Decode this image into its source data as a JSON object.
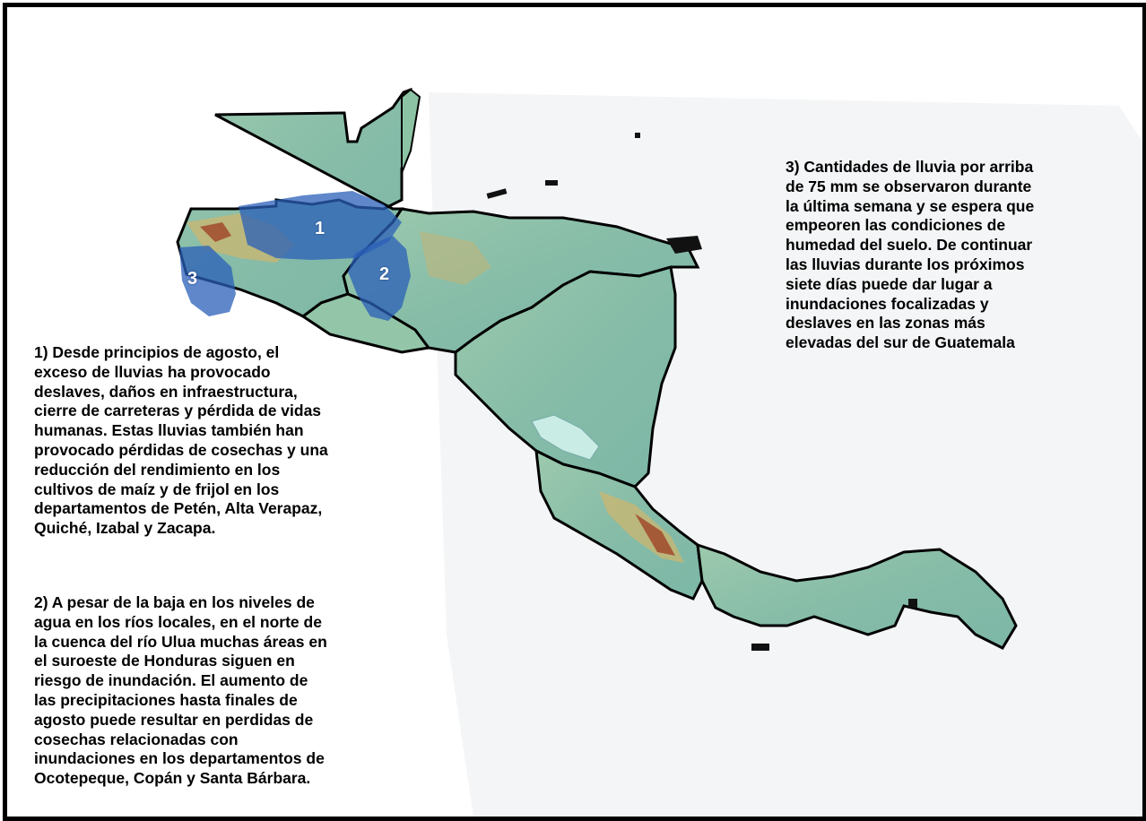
{
  "notes": {
    "note1": "1) Desde principios de agosto, el\nexceso de lluvias ha provocado\ndeslaves, daños en infraestructura,\ncierre de carreteras y pérdida de vidas\nhumanas. Estas lluvias también han\nprovocado pérdidas de cosechas y una\nreducción del rendimiento en los\ncultivos de  maíz y de frijol en los\ndepartamentos de Petén, Alta Verapaz,\nQuiché, Izabal y Zacapa.",
    "note2": "2) A pesar de la baja en los niveles de\nagua en los ríos locales, en el norte de\nla cuenca del río Ulua muchas áreas en\nel suroeste de Honduras siguen en\nriesgo de inundación.  El aumento de\nlas precipitaciones hasta finales de\nagosto puede resultar en perdidas de\ncosechas relacionadas con\ninundaciones en los departamentos de\nOcotepeque, Copán y Santa Bárbara.",
    "note3": "3)  Cantidades de lluvia por arriba\nde 75 mm se observaron durante\nla última semana y se espera que\nempeoren las condiciones de\nhumedad del suelo. De continuar\nlas lluvias durante los próximos\nsiete días puede dar lugar a\ninundaciones focalizadas y\ndeslaves en las zonas más\nelevadas del sur de Guatemala"
  },
  "zones": [
    {
      "label": "1"
    },
    {
      "label": "2"
    },
    {
      "label": "3"
    }
  ],
  "colors": {
    "land": "#8fc3a8",
    "highland": "#c8b673",
    "mountain": "#a14a2a",
    "zone_fill": "#2a5fb8",
    "border": "#000000",
    "lake": "#c9ece4"
  }
}
